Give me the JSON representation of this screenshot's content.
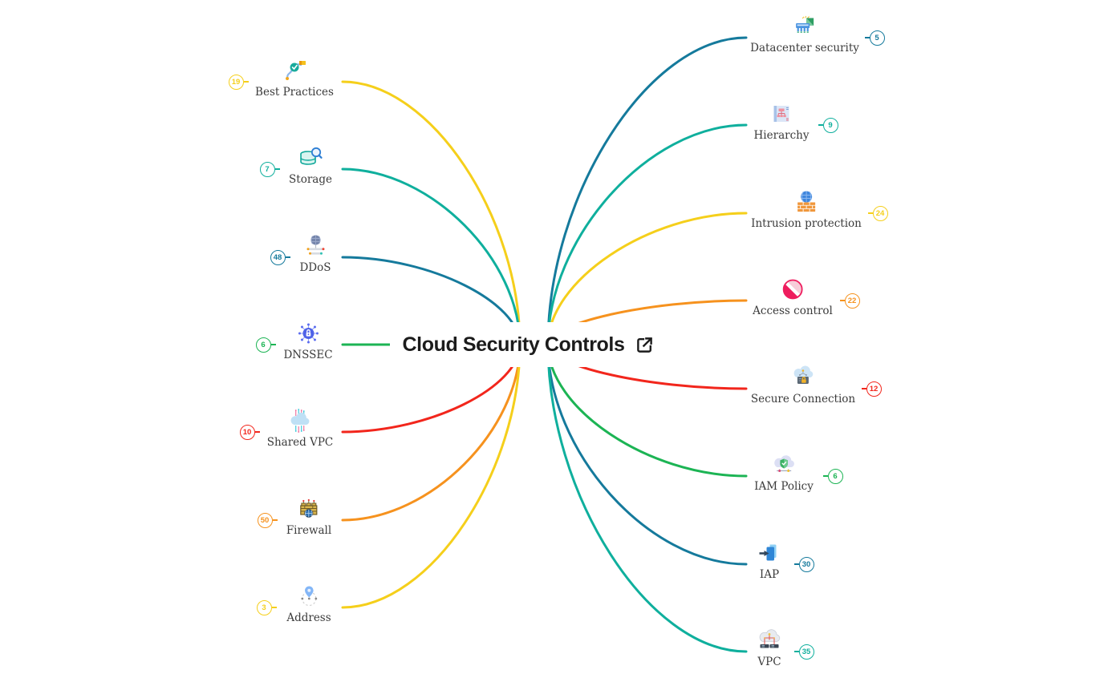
{
  "title": {
    "text": "Cloud Security Controls",
    "link_icon": "external-link-icon"
  },
  "palette": {
    "yellow": "#F5CF1B",
    "teal": "#0FAF9D",
    "blue": "#157A9C",
    "green": "#1CB454",
    "red": "#F2261C",
    "orange": "#F6921E",
    "label_text": "#3B3B3B",
    "title_text": "#1C1C1C",
    "background": "#FFFFFF"
  },
  "left_nodes": [
    {
      "label": "Best Practices",
      "count": "19",
      "color": "yellow",
      "icon": "best-practices-icon"
    },
    {
      "label": "Storage",
      "count": "7",
      "color": "teal",
      "icon": "storage-icon"
    },
    {
      "label": "DDoS",
      "count": "48",
      "color": "blue",
      "icon": "ddos-icon"
    },
    {
      "label": "DNSSEC",
      "count": "6",
      "color": "green",
      "icon": "dnssec-icon"
    },
    {
      "label": "Shared VPC",
      "count": "10",
      "color": "red",
      "icon": "shared-vpc-icon"
    },
    {
      "label": "Firewall",
      "count": "50",
      "color": "orange",
      "icon": "firewall-icon"
    },
    {
      "label": "Address",
      "count": "3",
      "color": "yellow",
      "icon": "address-icon"
    }
  ],
  "right_nodes": [
    {
      "label": "Datacenter security",
      "count": "5",
      "color": "blue",
      "icon": "datacenter-security-icon"
    },
    {
      "label": "Hierarchy",
      "count": "9",
      "color": "teal",
      "icon": "hierarchy-icon"
    },
    {
      "label": "Intrusion protection",
      "count": "24",
      "color": "yellow",
      "icon": "intrusion-protection-icon"
    },
    {
      "label": "Access control",
      "count": "22",
      "color": "orange",
      "icon": "access-control-icon"
    },
    {
      "label": "Secure Connection",
      "count": "12",
      "color": "red",
      "icon": "secure-connection-icon"
    },
    {
      "label": "IAM Policy",
      "count": "6",
      "color": "green",
      "icon": "iam-policy-icon"
    },
    {
      "label": "IAP",
      "count": "30",
      "color": "blue",
      "icon": "iap-icon"
    },
    {
      "label": "VPC",
      "count": "35",
      "color": "teal",
      "icon": "vpc-icon"
    }
  ]
}
